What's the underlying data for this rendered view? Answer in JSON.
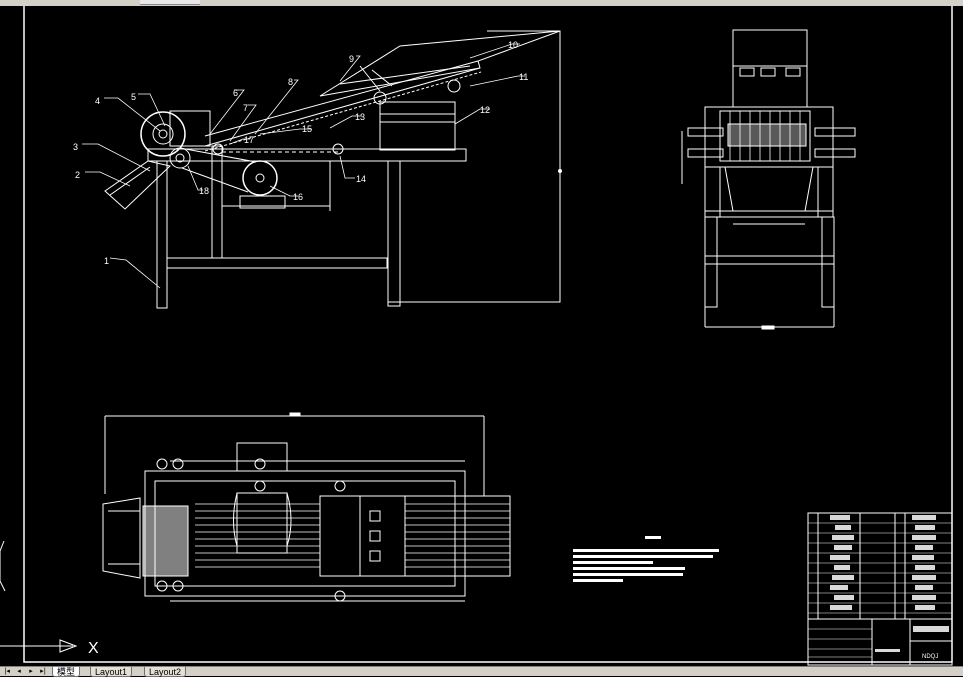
{
  "window": {
    "tabs": [
      {
        "label": "模型",
        "active": true
      },
      {
        "label": "Layout1",
        "active": false
      },
      {
        "label": "Layout2",
        "active": false
      }
    ]
  },
  "drawing": {
    "part_labels": [
      "1",
      "2",
      "3",
      "4",
      "5",
      "6",
      "7",
      "8",
      "9",
      "10",
      "11",
      "12",
      "13",
      "14",
      "15",
      "16",
      "17",
      "18"
    ],
    "ucs_axis_label": "X",
    "title_block_caption": "NDQJ"
  },
  "colors": {
    "background": "#000000",
    "lines": "#ffffff",
    "ui_gray": "#d4d0c8"
  }
}
